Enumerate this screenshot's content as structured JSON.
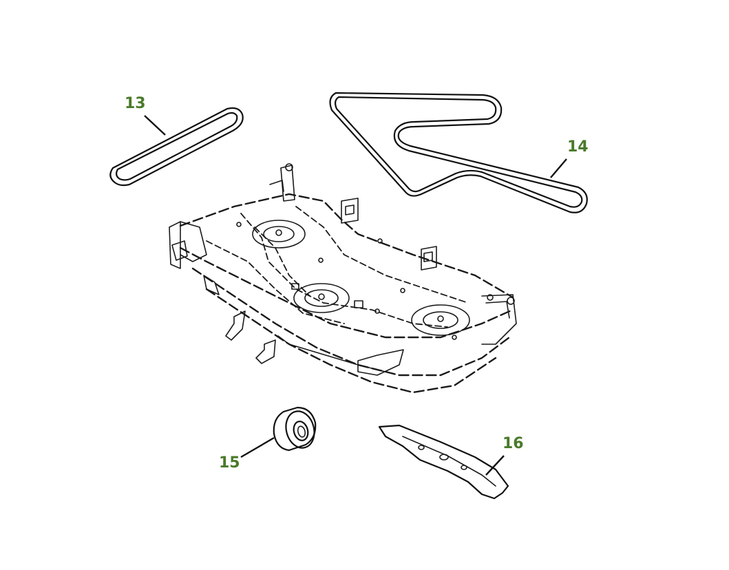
{
  "accent_color": "#4a7a2a",
  "callouts": {
    "belt_small": "13",
    "belt_large": "14",
    "gauge_wheel": "15",
    "blade": "16"
  }
}
